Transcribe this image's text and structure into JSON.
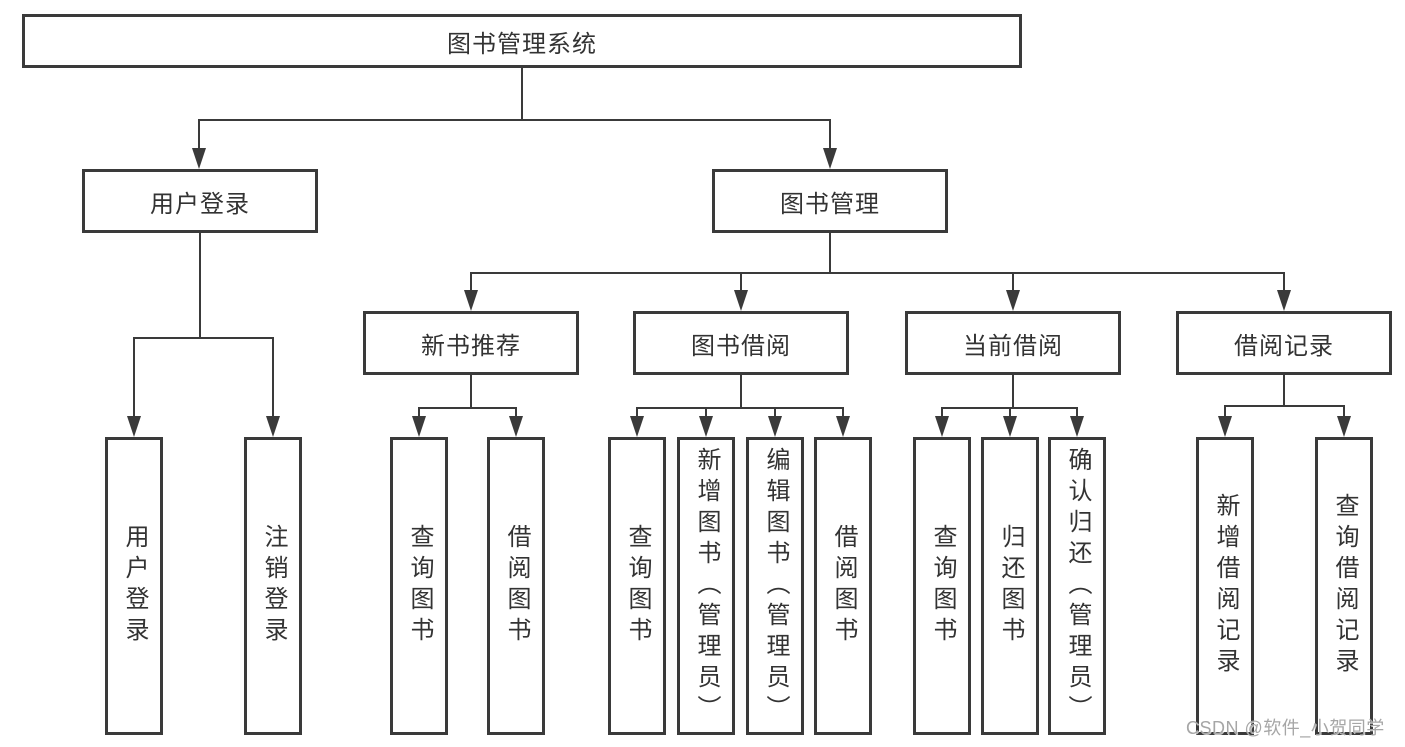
{
  "diagram": {
    "root": "图书管理系统",
    "level2": [
      "用户登录",
      "图书管理"
    ],
    "level3": [
      "新书推荐",
      "图书借阅",
      "当前借阅",
      "借阅记录"
    ],
    "leaves": {
      "user_login": [
        "用户登录",
        "注销登录"
      ],
      "new_book_recommendation": [
        "查询图书",
        "借阅图书"
      ],
      "book_borrowing": [
        "查询图书",
        "新增图书（管理员）",
        "编辑图书（管理员）",
        "借阅图书"
      ],
      "current_borrowing": [
        "查询图书",
        "归还图书",
        "确认归还（管理员）"
      ],
      "borrowing_records": [
        "新增借阅记录",
        "查询借阅记录"
      ]
    }
  },
  "watermark": "CSDN @软件_小贺同学",
  "colors": {
    "line": "#3a3a3a",
    "text": "#333333",
    "background": "#ffffff",
    "watermark": "#a6a6a6"
  }
}
